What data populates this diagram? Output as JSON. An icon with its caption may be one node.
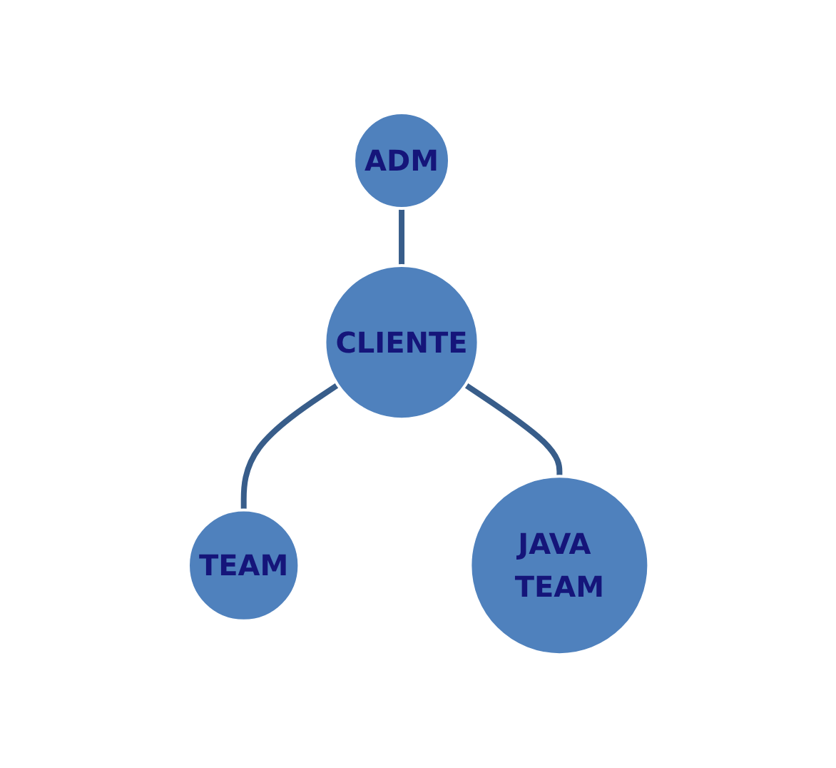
{
  "diagram": {
    "nodes": [
      {
        "text": [
          "ADM"
        ]
      },
      {
        "text": [
          "CLIENTE"
        ]
      },
      {
        "text": [
          "TEAM"
        ]
      },
      {
        "text": [
          "JAVA TEAM"
        ]
      }
    ],
    "edges": [
      {
        "from": 0,
        "to": 1,
        "arrow": "none"
      },
      {
        "from": 1,
        "to": 2,
        "arrow": "none"
      },
      {
        "from": 1,
        "to": 3,
        "arrow": "none"
      }
    ]
  }
}
